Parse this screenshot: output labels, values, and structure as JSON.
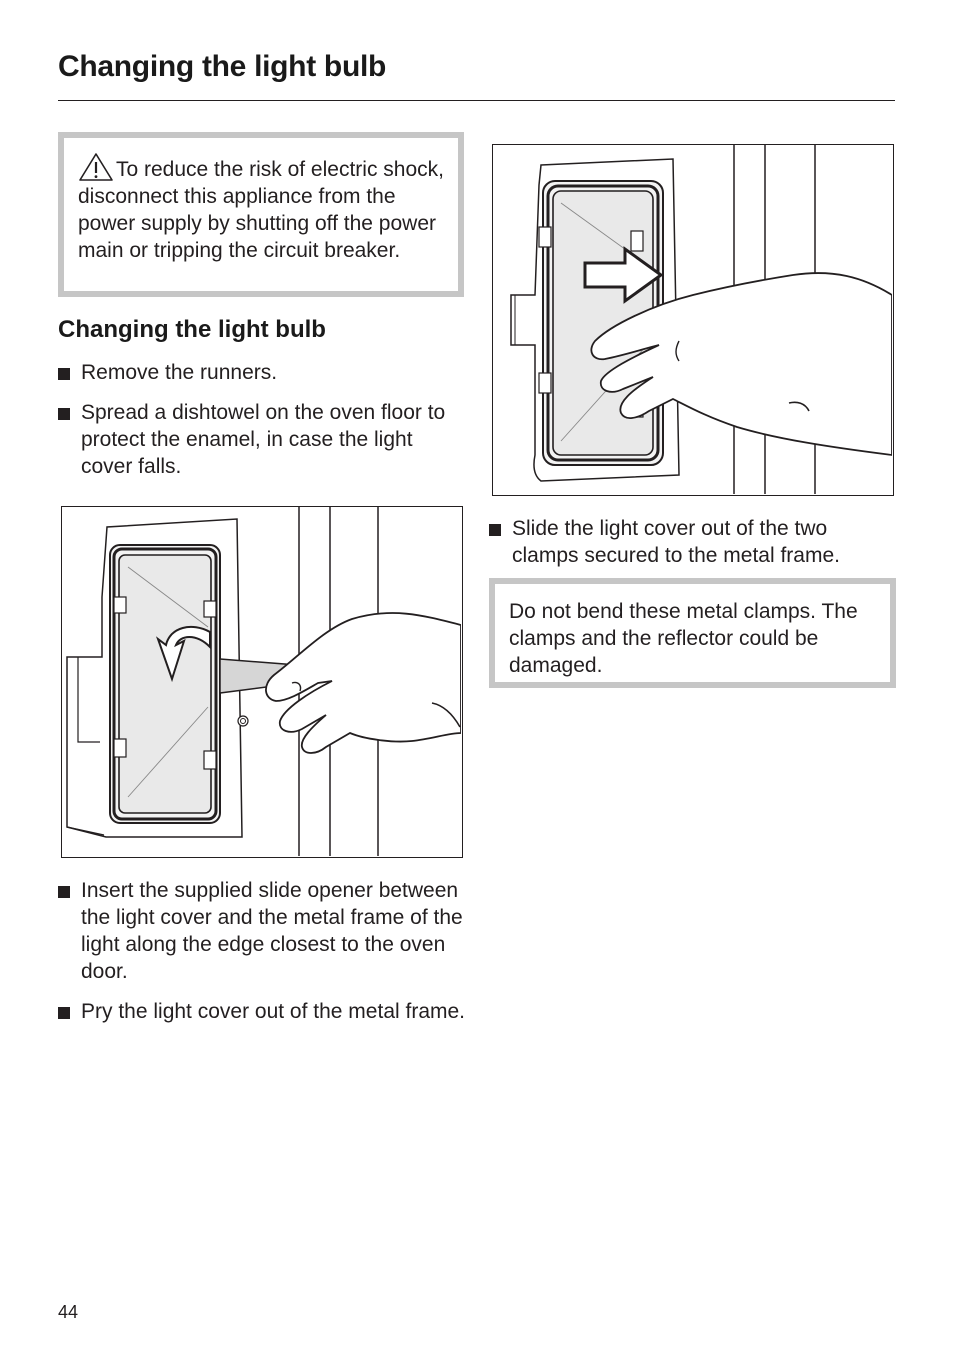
{
  "page": {
    "title": "Changing the light bulb",
    "number": "44"
  },
  "warning": {
    "icon": "warning-triangle-icon",
    "text": "To reduce the risk of electric shock, disconnect this appliance from the power supply by shutting off the power main or tripping the circuit breaker."
  },
  "section": {
    "heading": "Changing the light bulb"
  },
  "steps_a": [
    "Remove the runners.",
    "Spread a dishtowel on the oven floor to protect the enamel, in case the light cover falls."
  ],
  "steps_b": [
    "Insert the supplied slide opener between the light cover and the metal frame of the light along the edge closest to the oven door.",
    "Pry the light cover out of the metal frame."
  ],
  "steps_c": [
    "Slide the light cover out of the two clamps secured to the metal frame."
  ],
  "note": {
    "text": "Do not bend these metal clamps. The clamps and the reflector could be damaged."
  },
  "colors": {
    "text": "#231f20",
    "box_border": "#c6c6c6",
    "cover_glass": "#e9e9e9"
  }
}
